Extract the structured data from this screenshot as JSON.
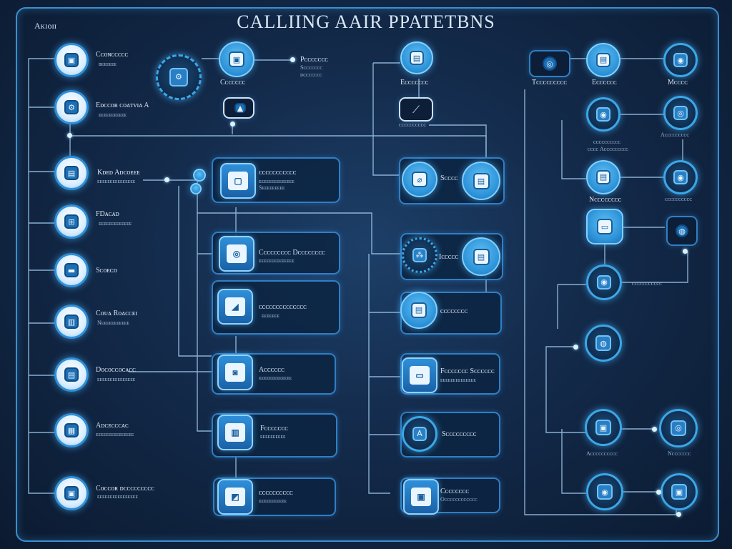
{
  "title": "CALLIING AAIR PPATETBNS",
  "corner_label": "Aᴋɪᴏɪɪ",
  "icons": {
    "profile": "profile-icon",
    "gear": "gear-icon",
    "document": "document-icon",
    "chart": "chart-icon",
    "network": "network-icon"
  },
  "colors": {
    "accent": "#2e8fd8",
    "glow": "#8fd3ff",
    "background": "#132a4a"
  },
  "left_column": [
    {
      "label": "Cᴄᴏɴᴄᴄᴄᴄᴄ",
      "sub": "ʙᴇᴇᴇᴇᴇᴇ"
    },
    {
      "label": "Eᴅᴄᴄᴏʀ ᴄᴏᴀᴛᴠɪᴀ A",
      "sub": "ᴇᴇᴇᴇᴇᴇᴇᴇᴇᴇᴇ"
    },
    {
      "label": "Kᴅᴇᴅ Aᴅᴄᴏᴇᴇᴇ",
      "sub": "ᴇᴇᴇᴇᴇᴇᴇᴇᴇᴇᴇᴇᴇᴇᴇ"
    },
    {
      "label": "FDᴀᴄᴀᴅ",
      "sub": "ᴇᴇᴇᴇᴇᴇᴇᴇᴇᴇᴇᴇᴇ"
    },
    {
      "label": "Sᴄᴏᴇᴄᴅ",
      "sub": ""
    },
    {
      "label": "Cᴏᴜᴀ Rᴏᴀᴄᴄᴇɪ",
      "sub": "Nᴇᴇᴇᴇᴇᴇᴇᴇᴇᴇᴇ"
    },
    {
      "label": "Dᴏᴄᴏᴄᴄᴏᴄᴀᴄᴄ",
      "sub": "ᴇᴇᴇᴇᴇᴇᴇᴇᴇᴇᴇᴇᴇᴇᴇ"
    },
    {
      "label": "Aᴅᴄᴇᴄᴄᴄᴀᴄ",
      "sub": "ᴇᴇᴇᴇᴇᴇᴇᴇᴇᴇᴇᴇᴇᴇᴇ"
    },
    {
      "label": "Cᴏᴄᴄᴏʀ ᴅᴄᴄᴄᴄᴄᴄᴄᴄᴄ",
      "sub": "ᴇᴇᴇᴇᴇᴇᴇᴇᴇᴇᴇᴇᴇᴇᴇᴇ"
    }
  ],
  "top_row": {
    "gear_caption": "Cᴄᴄᴄᴄᴄᴄ",
    "gear_text_label": "Pᴄᴄᴄᴄᴄᴄᴄ",
    "gear_text_sub1": "Sᴄᴄᴄᴄᴄᴄᴄ",
    "gear_text_sub2": "ᴅᴄᴄᴄᴄᴄᴄᴄ",
    "doc_caption": "Eᴄᴄᴄᴄᴄᴄᴄ",
    "chart_caption": "ᴄᴄᴄᴄᴄᴄᴄᴄᴄᴄ",
    "right_captions": [
      "Tᴄᴄᴄᴄᴄᴄᴄᴄᴄ",
      "Eᴄᴄᴄᴄᴄᴄ",
      "Mᴄᴄᴄᴄ"
    ]
  },
  "middle_boxes": [
    {
      "label": "ᴄᴄᴄᴄᴄᴄᴄᴄᴄᴄᴄ",
      "sub1": "ᴇᴇᴇᴇᴇᴇᴇᴇᴇᴇᴇᴇᴇᴇ",
      "sub2": "Sᴇᴇᴇᴇᴇᴇᴇᴇᴇ"
    },
    {
      "label": "Cᴄᴄᴄᴄᴄᴄᴄᴄ Dᴄᴄᴄᴄᴄᴄᴄᴄ",
      "sub1": "ᴇᴇᴇᴇᴇᴇᴇᴇᴇᴇᴇᴇᴇᴇ",
      "sub2": ""
    },
    {
      "label": "ᴄᴄᴄᴄᴄᴄᴄᴄᴄᴄᴄᴄᴄᴄ",
      "sub1": "ᴇᴇᴇᴇᴇᴇᴇ",
      "sub2": ""
    },
    {
      "label": "Aᴄᴄᴄᴄᴄᴄ",
      "sub1": "ᴇᴇᴇᴇᴇᴇᴇᴇᴇᴇᴇᴇᴇ",
      "sub2": ""
    },
    {
      "label": "Fᴄᴄᴄᴄᴄᴄᴄ",
      "sub1": "ᴇᴇᴇᴇᴇᴇᴇᴇᴇᴇ",
      "sub2": ""
    },
    {
      "label": "ᴄᴄᴄᴄᴄᴄᴄᴄᴄᴄ",
      "sub1": "ᴇᴇᴇᴇᴇᴇᴇᴇᴇᴇᴇ",
      "sub2": ""
    }
  ],
  "center_boxes": [
    {
      "label": "Sᴄᴄᴄᴄ"
    },
    {
      "label": "Iᴄᴄᴄᴄᴄ"
    },
    {
      "label": "ᴄᴄᴄᴄᴄᴄᴄᴄ"
    },
    {
      "label": "Fᴄᴄᴄᴄᴄᴄᴄ Sᴄᴄᴄᴄᴄᴄ",
      "sub1": "ᴇᴇᴇᴇᴇᴇᴇᴇᴇᴇᴇᴇᴇᴇ"
    },
    {
      "label": "Sᴄᴄᴄᴄᴄᴄᴄᴄᴄ"
    },
    {
      "label": "Cᴄᴄᴄᴄᴄᴄᴄ",
      "sub1": "Oᴄᴄᴄᴄᴄᴄᴄᴄᴄᴄᴄᴄ"
    }
  ],
  "right_column": {
    "row2_caption": "ᴄᴄᴄᴄᴄᴄᴄᴄᴄᴄ",
    "row2_sub": "ᴄᴄᴄᴄ Aᴄᴄᴄᴄᴄᴄᴄᴄᴄ",
    "row2_right": "Aᴄᴄᴄᴄᴄᴄᴄᴄᴄ",
    "row3_left": "Nᴄᴄᴄᴄᴄᴄᴄᴄ",
    "row3_right": "ᴄᴄᴄᴄᴄᴄᴄᴄᴄᴄ",
    "mid_caption": "ᴄᴄᴄᴄᴄᴄᴄᴄᴄᴄᴄ",
    "bottom_left": "Aᴄᴄᴄᴄᴄᴄᴄᴄᴄᴄ",
    "bottom_right": "Nᴄᴄᴄᴄᴄᴄᴄ"
  }
}
